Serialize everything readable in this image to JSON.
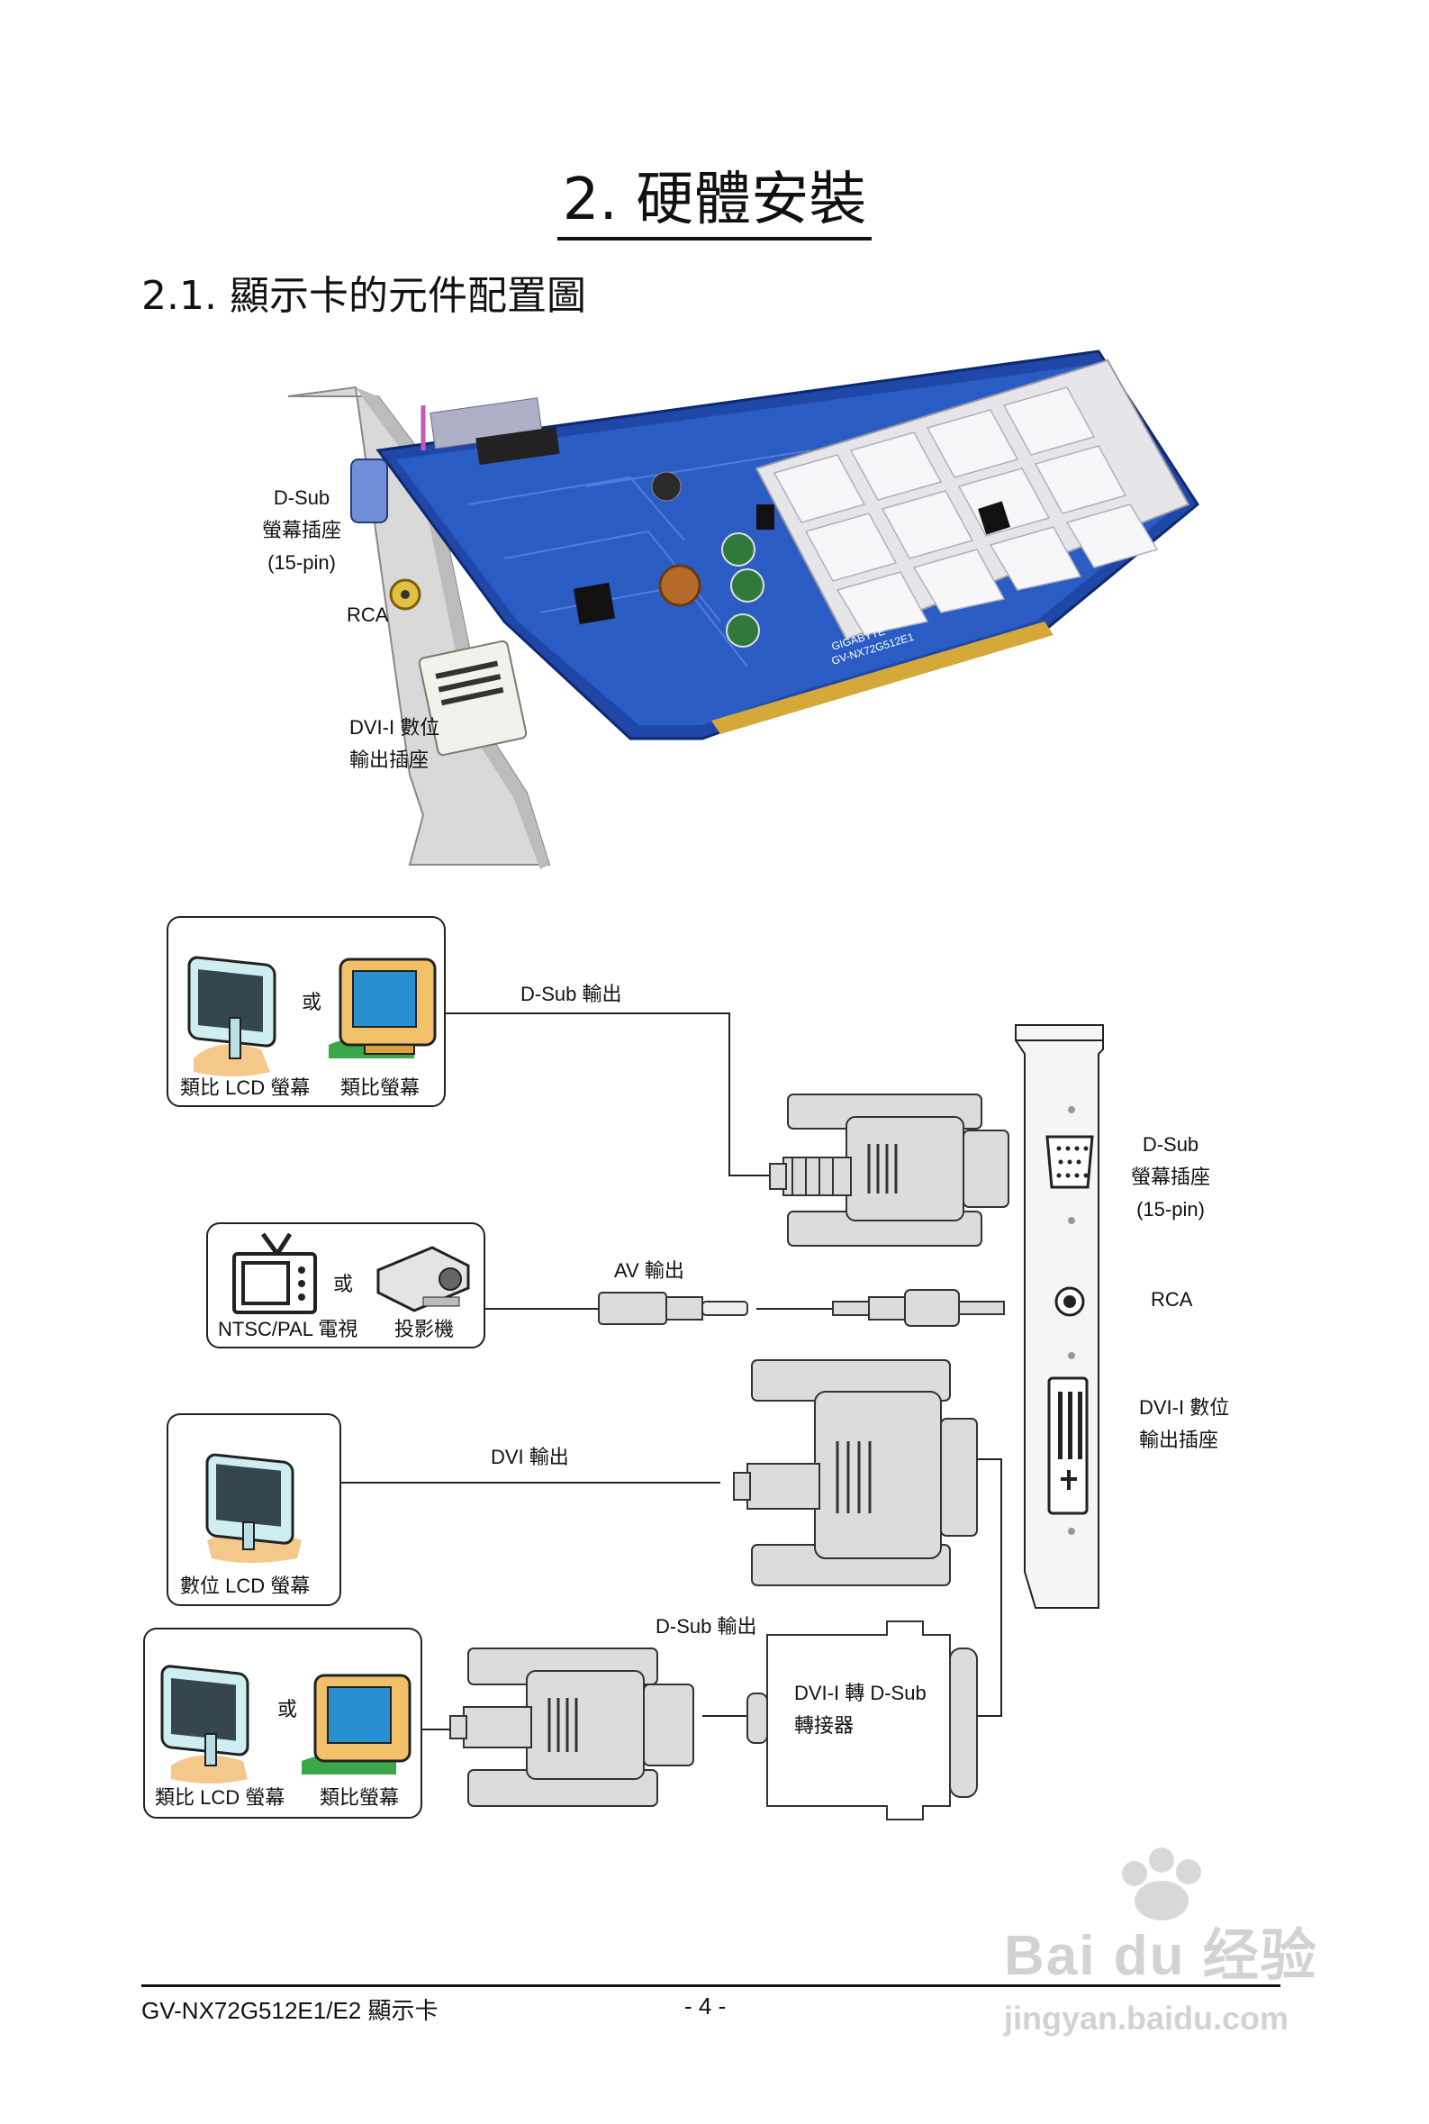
{
  "page": {
    "title": "2. 硬體安裝",
    "section": "2.1. 顯示卡的元件配置圖"
  },
  "card_photo": {
    "card_text": [
      "GIGABYTE",
      "GV-NX72G512E1"
    ],
    "labels": {
      "dsub_1": "D-Sub",
      "dsub_2": "螢幕插座",
      "dsub_3": "(15-pin)",
      "rca": "RCA",
      "dvi_1": "DVI-I 數位",
      "dvi_2": "輸出插座"
    }
  },
  "diagram": {
    "box1": {
      "label_left": "類比 LCD 螢幕",
      "label_right": "類比螢幕",
      "or": "或"
    },
    "box2": {
      "label_left": "NTSC/PAL 電視",
      "label_right": "投影機",
      "or": "或"
    },
    "box3": {
      "label": "數位 LCD 螢幕"
    },
    "box4": {
      "label_left": "類比 LCD 螢幕",
      "label_right": "類比螢幕",
      "or": "或"
    },
    "lines": {
      "dsub_out": "D-Sub 輸出",
      "av_out": "AV 輸出",
      "dvi_out": "DVI 輸出",
      "dsub_out2": "D-Sub 輸出"
    },
    "adapter": {
      "line1": "DVI-I 轉 D-Sub",
      "line2": "轉接器"
    },
    "bracket_labels": {
      "dsub_1": "D-Sub",
      "dsub_2": "螢幕插座",
      "dsub_3": "(15-pin)",
      "rca": "RCA",
      "dvi_1": "DVI-I 數位",
      "dvi_2": "輸出插座"
    }
  },
  "footer": {
    "model": "GV-NX72G512E1/E2 顯示卡",
    "page_number": "- 4 -"
  },
  "watermark": {
    "line1": "Bai du 经验",
    "line2": "jingyan.baidu.com"
  }
}
